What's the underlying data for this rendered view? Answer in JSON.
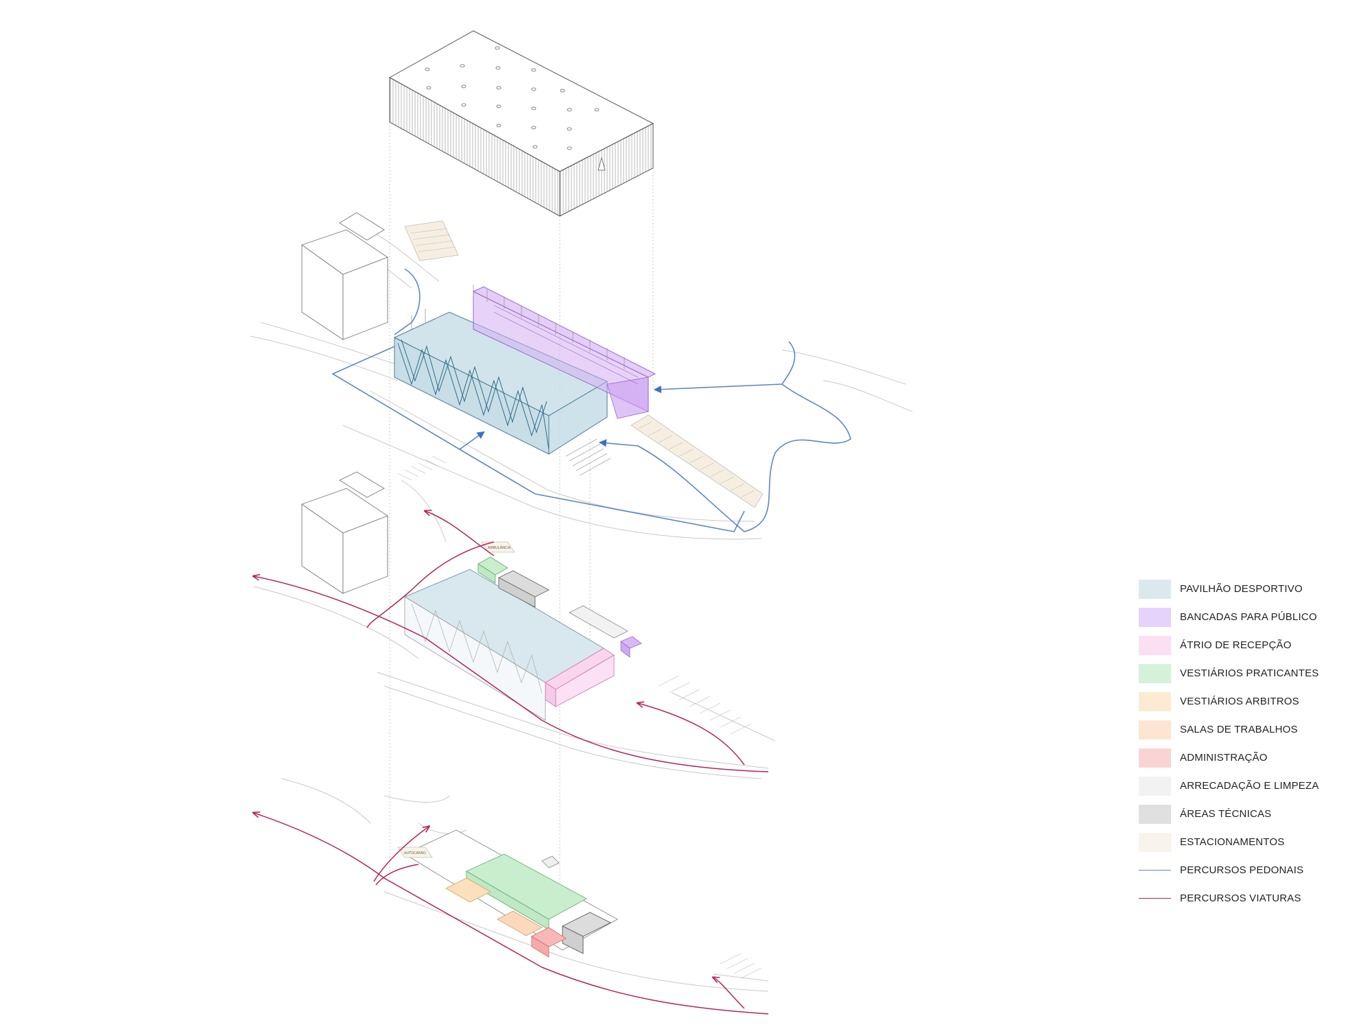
{
  "diagram": {
    "plaques": {
      "upper": "AMBULÂNCIA",
      "lower": "AUTOCARRO"
    }
  },
  "legend": {
    "items": [
      {
        "label": "PAVILHÃO DESPORTIVO",
        "color": "#dbe9ef",
        "kind": "fill"
      },
      {
        "label": "BANCADAS PARA PÚBLICO",
        "color": "#e5d3fb",
        "kind": "fill"
      },
      {
        "label": "ÁTRIO DE RECEPÇÃO",
        "color": "#fbdff2",
        "kind": "fill"
      },
      {
        "label": "VESTIÁRIOS PRATICANTES",
        "color": "#d5f1d9",
        "kind": "fill"
      },
      {
        "label": "VESTIÁRIOS ARBITROS",
        "color": "#fcebd2",
        "kind": "fill"
      },
      {
        "label": "SALAS DE TRABALHOS",
        "color": "#fde5d4",
        "kind": "fill"
      },
      {
        "label": "ADMINISTRAÇÃO",
        "color": "#fad4d4",
        "kind": "fill"
      },
      {
        "label": "ARRECADAÇÃO E LIMPEZA",
        "color": "#f2f2f2",
        "kind": "fill"
      },
      {
        "label": "ÁREAS TÉCNICAS",
        "color": "#e0e0e0",
        "kind": "fill"
      },
      {
        "label": "ESTACIONAMENTOS",
        "color": "#f8f3eb",
        "kind": "fill"
      },
      {
        "label": "PERCURSOS PEDONAIS",
        "color": "#5b86c6",
        "kind": "line"
      },
      {
        "label": "PERCURSOS VIATURAS",
        "color": "#b4235a",
        "kind": "line"
      }
    ]
  }
}
